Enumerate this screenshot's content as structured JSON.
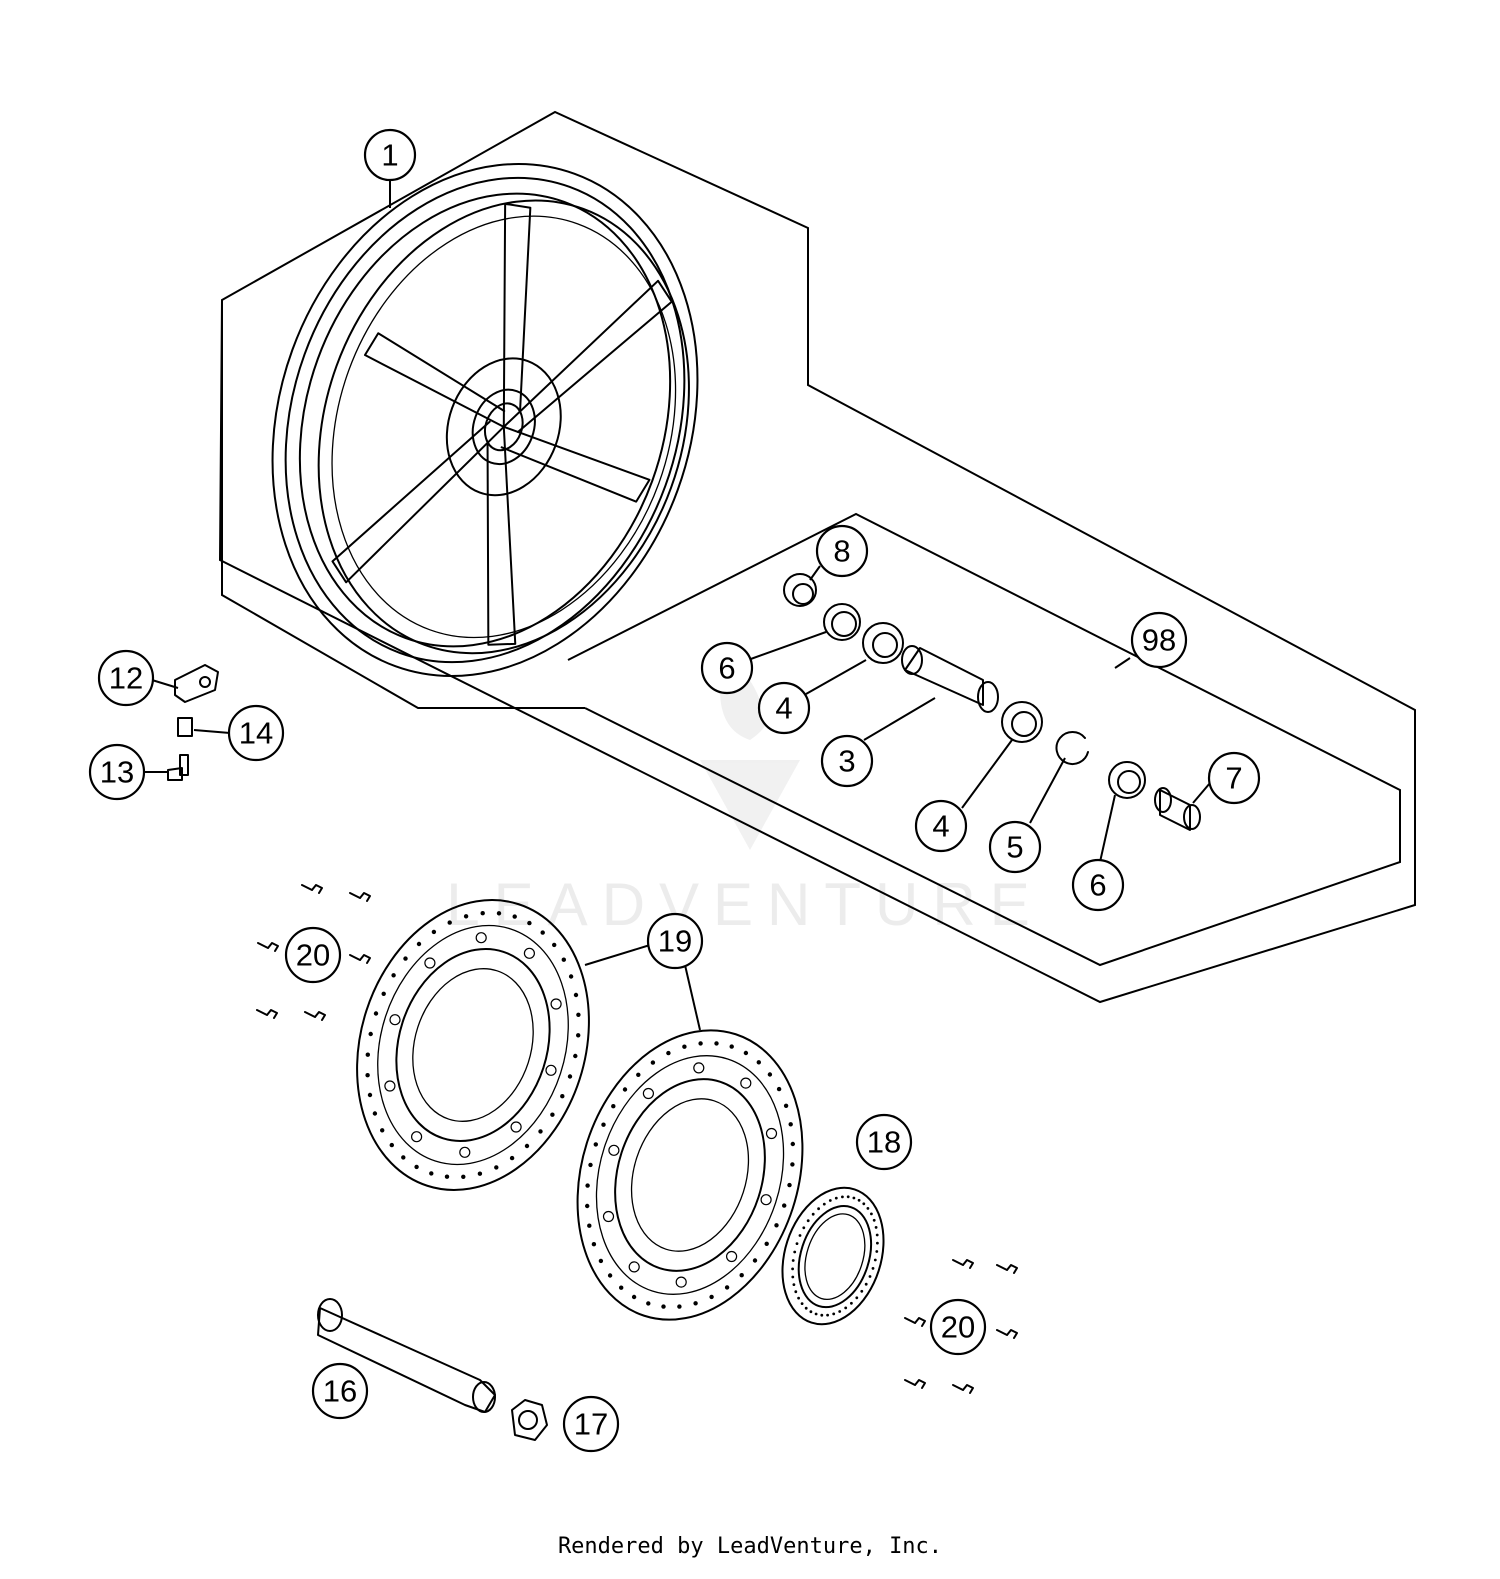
{
  "watermark": "LEADVENTURE",
  "footer": "Rendered by LeadVenture, Inc.",
  "callouts": [
    {
      "id": "c1",
      "label": "1"
    },
    {
      "id": "c8",
      "label": "8"
    },
    {
      "id": "c98",
      "label": "98"
    },
    {
      "id": "c6a",
      "label": "6"
    },
    {
      "id": "c4a",
      "label": "4"
    },
    {
      "id": "c3",
      "label": "3"
    },
    {
      "id": "c7",
      "label": "7"
    },
    {
      "id": "c4b",
      "label": "4"
    },
    {
      "id": "c5",
      "label": "5"
    },
    {
      "id": "c6b",
      "label": "6"
    },
    {
      "id": "c12",
      "label": "12"
    },
    {
      "id": "c14",
      "label": "14"
    },
    {
      "id": "c13",
      "label": "13"
    },
    {
      "id": "c19",
      "label": "19"
    },
    {
      "id": "c20a",
      "label": "20"
    },
    {
      "id": "c18",
      "label": "18"
    },
    {
      "id": "c20b",
      "label": "20"
    },
    {
      "id": "c16",
      "label": "16"
    },
    {
      "id": "c17",
      "label": "17"
    }
  ]
}
